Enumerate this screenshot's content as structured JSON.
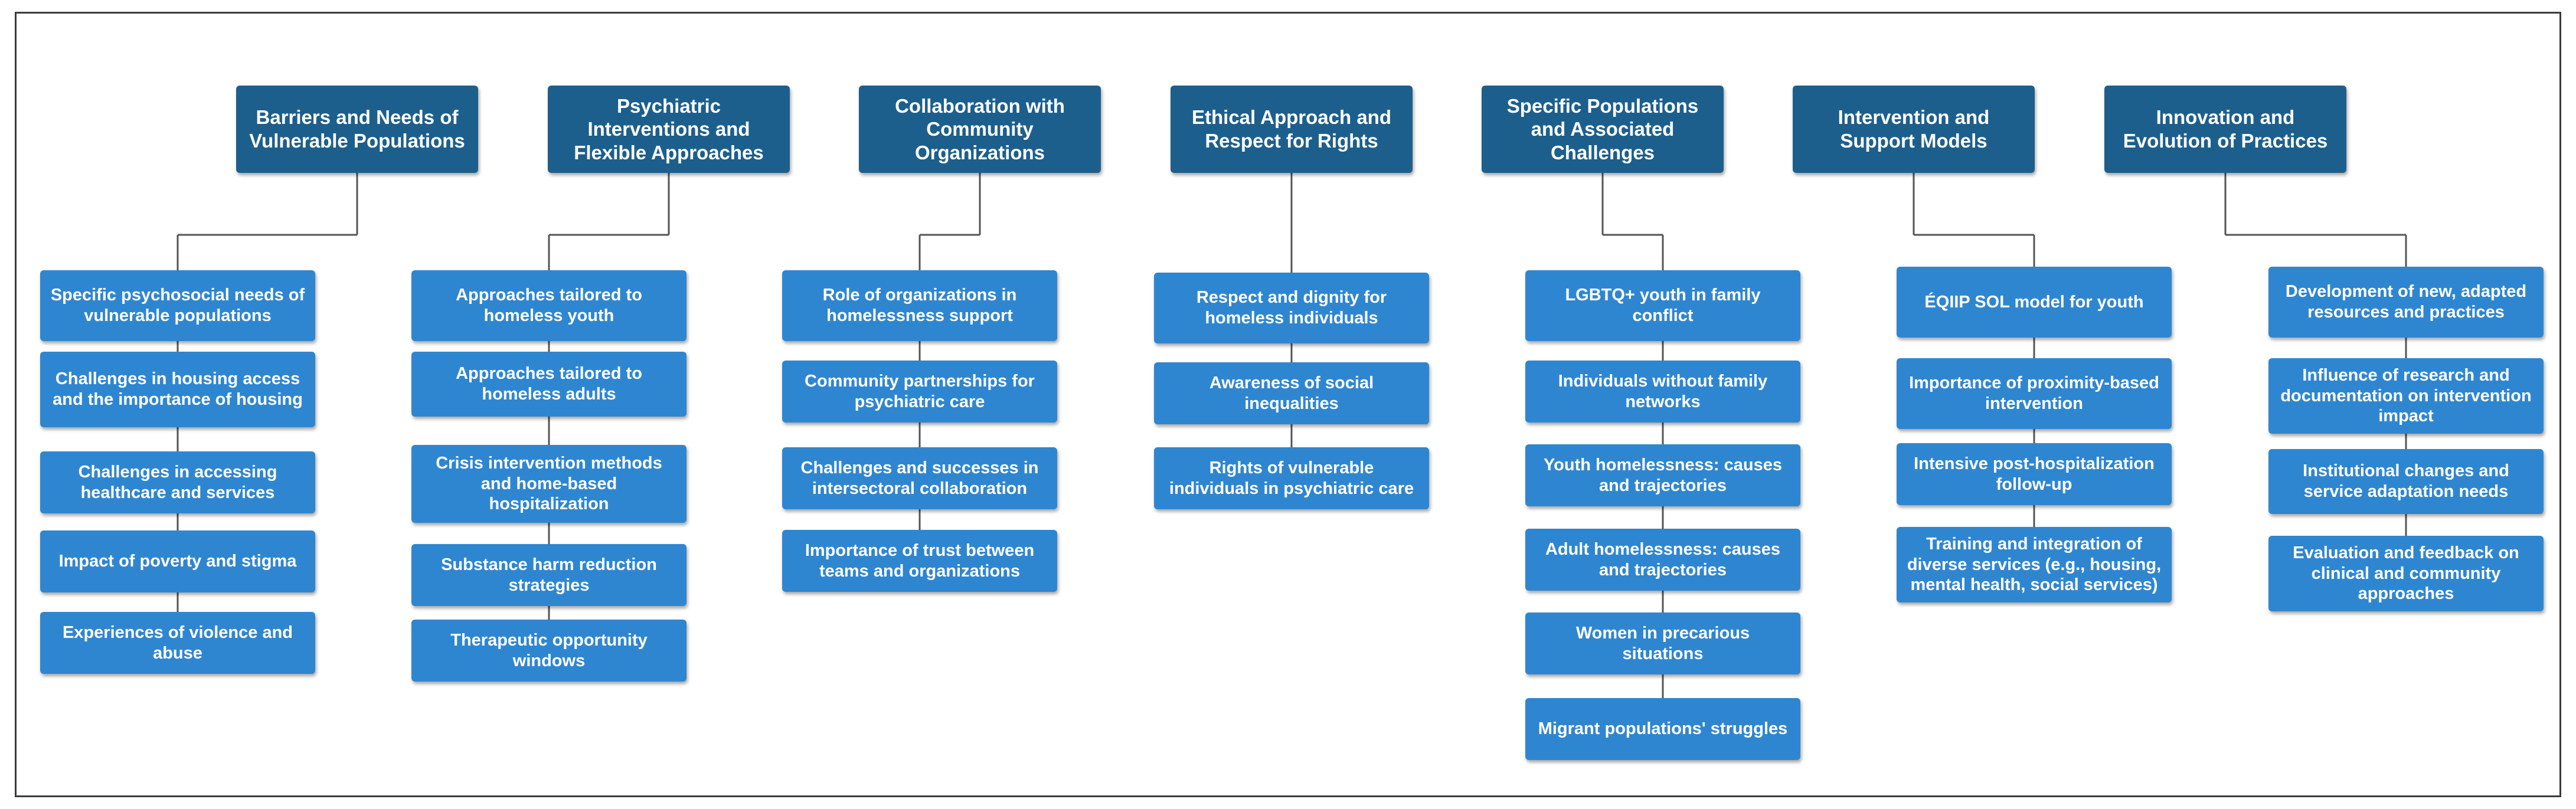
{
  "columns": [
    {
      "title": "Barriers and Needs of Vulnerable Populations",
      "items": [
        "Specific psychosocial needs of vulnerable populations",
        "Challenges in housing access and the importance of housing",
        "Challenges in accessing healthcare and services",
        "Impact of poverty and stigma",
        "Experiences of violence and abuse"
      ]
    },
    {
      "title": "Psychiatric Interventions and Flexible Approaches",
      "items": [
        "Approaches tailored to homeless youth",
        "Approaches tailored to homeless adults",
        "Crisis intervention methods and home-based hospitalization",
        "Substance harm reduction strategies",
        "Therapeutic opportunity windows"
      ]
    },
    {
      "title": "Collaboration with Community Organizations",
      "items": [
        "Role of organizations in homelessness support",
        "Community partnerships for psychiatric care",
        "Challenges and successes in intersectoral collaboration",
        "Importance of trust between teams and organizations"
      ]
    },
    {
      "title": "Ethical Approach and Respect for Rights",
      "items": [
        "Respect and dignity for homeless individuals",
        "Awareness of social inequalities",
        "Rights of vulnerable individuals in psychiatric care"
      ]
    },
    {
      "title": "Specific Populations and Associated Challenges",
      "items": [
        "LGBTQ+ youth in family conflict",
        "Individuals without family networks",
        "Youth homelessness: causes and trajectories",
        "Adult homelessness: causes and trajectories",
        "Women in precarious situations",
        "Migrant populations' struggles"
      ]
    },
    {
      "title": "Intervention and Support Models",
      "items": [
        "ÉQIIP SOL model for youth",
        "Importance of proximity-based intervention",
        "Intensive post-hospitalization follow-up",
        "Training and integration of diverse services (e.g., housing, mental health, social services)"
      ]
    },
    {
      "title": "Innovation and Evolution of Practices",
      "items": [
        "Development of new, adapted resources and practices",
        "Influence of research and documentation on intervention impact",
        "Institutional changes and service adaptation needs",
        "Evaluation and feedback on clinical and community approaches"
      ]
    }
  ],
  "colors": {
    "header_fill": "#1d5f8c",
    "item_fill": "#2f86d0",
    "connector": "#555555",
    "text": "#ffffff"
  }
}
